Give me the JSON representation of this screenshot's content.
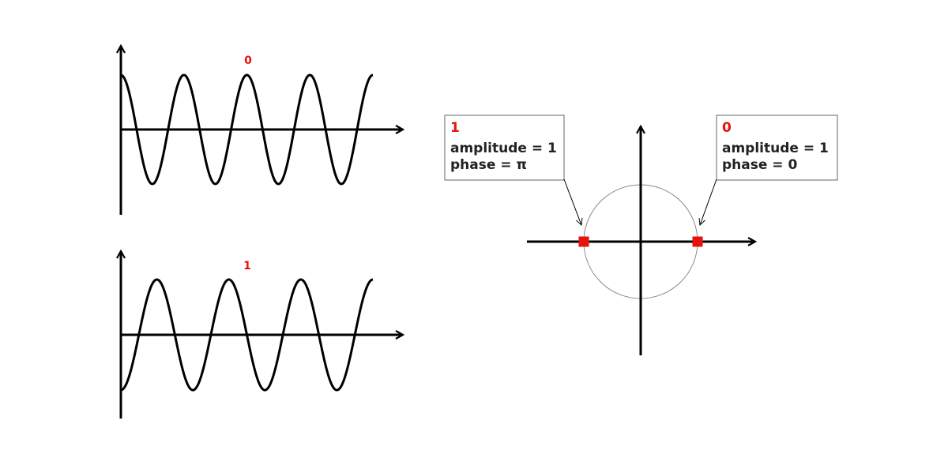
{
  "colors": {
    "accent": "#e8120c",
    "ink": "#000000",
    "circle": "#888888"
  },
  "waves": [
    {
      "label": "0",
      "amplitude": 1,
      "phase": "0",
      "cycles": 4
    },
    {
      "label": "1",
      "amplitude": 1,
      "phase": "π",
      "cycles": 3.5
    }
  ],
  "constellation": {
    "points": [
      {
        "label": "1",
        "amplitude_line": "amplitude = 1",
        "phase_line": "phase = π",
        "real": -1,
        "imag": 0
      },
      {
        "label": "0",
        "amplitude_line": "amplitude = 1",
        "phase_line": "phase = 0",
        "real": 1,
        "imag": 0
      }
    ]
  }
}
